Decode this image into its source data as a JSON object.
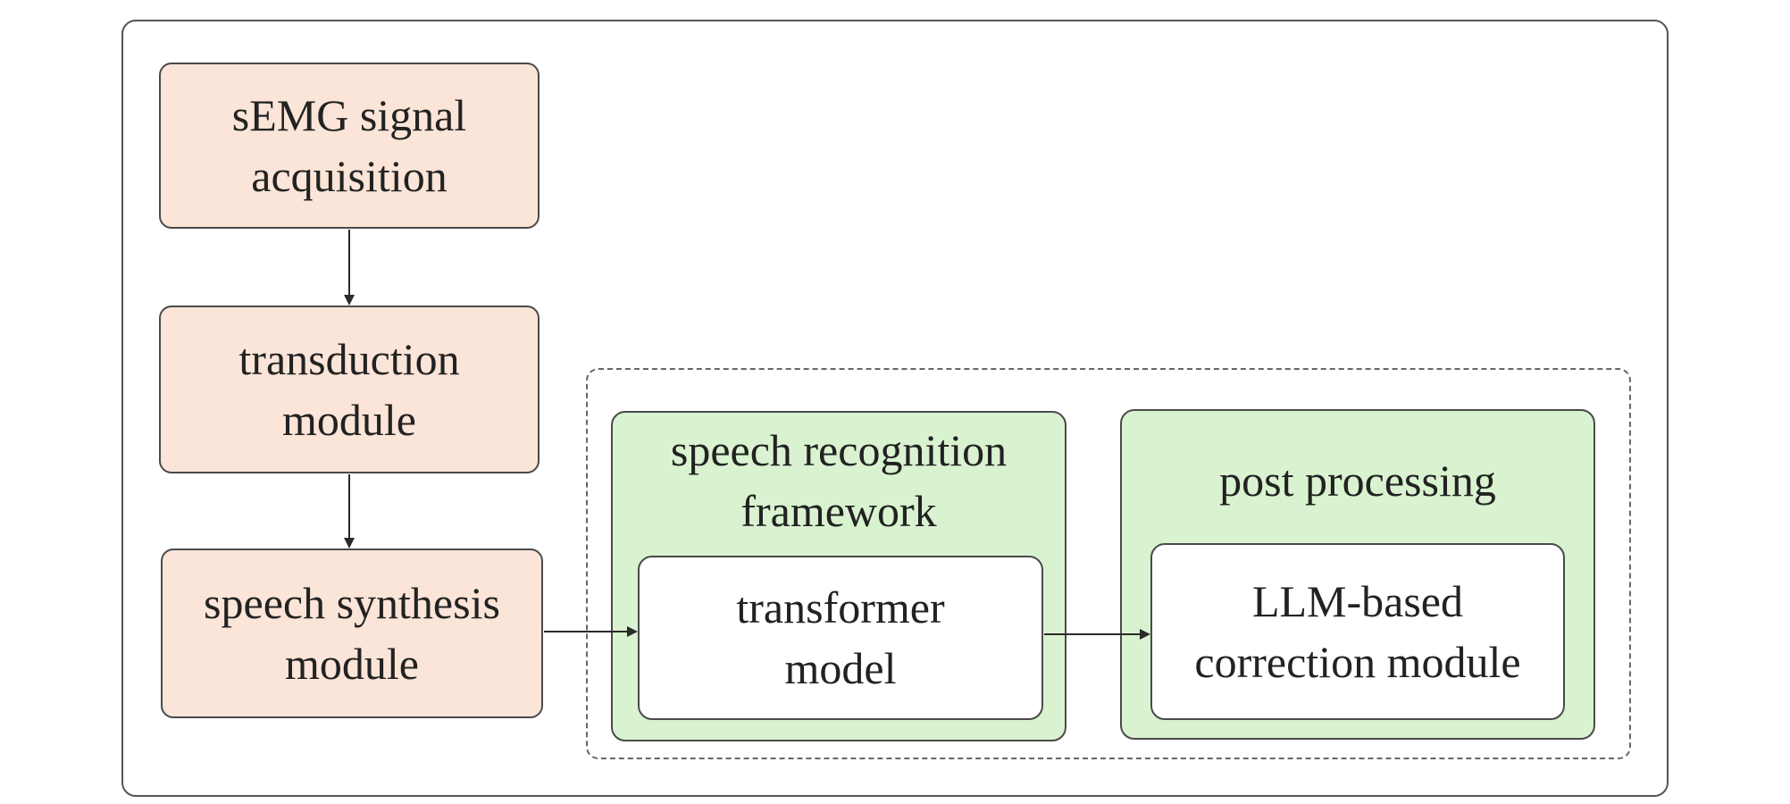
{
  "diagram": {
    "pipeline": {
      "step_1": [
        "sEMG signal",
        "acquisition"
      ],
      "step_2": [
        "transduction",
        "module"
      ],
      "step_3": [
        "speech synthesis",
        "module"
      ]
    },
    "recognition": {
      "title": [
        "speech recognition",
        "framework"
      ],
      "inner": [
        "transformer",
        "model"
      ]
    },
    "post": {
      "title": [
        "post processing"
      ],
      "inner": [
        "LLM-based",
        "correction module"
      ]
    },
    "colors": {
      "pipeline_fill": "#fbe5d8",
      "stage_fill": "#d9f2d0",
      "inner_fill": "#ffffff",
      "stroke": "#4a4a4a"
    }
  }
}
